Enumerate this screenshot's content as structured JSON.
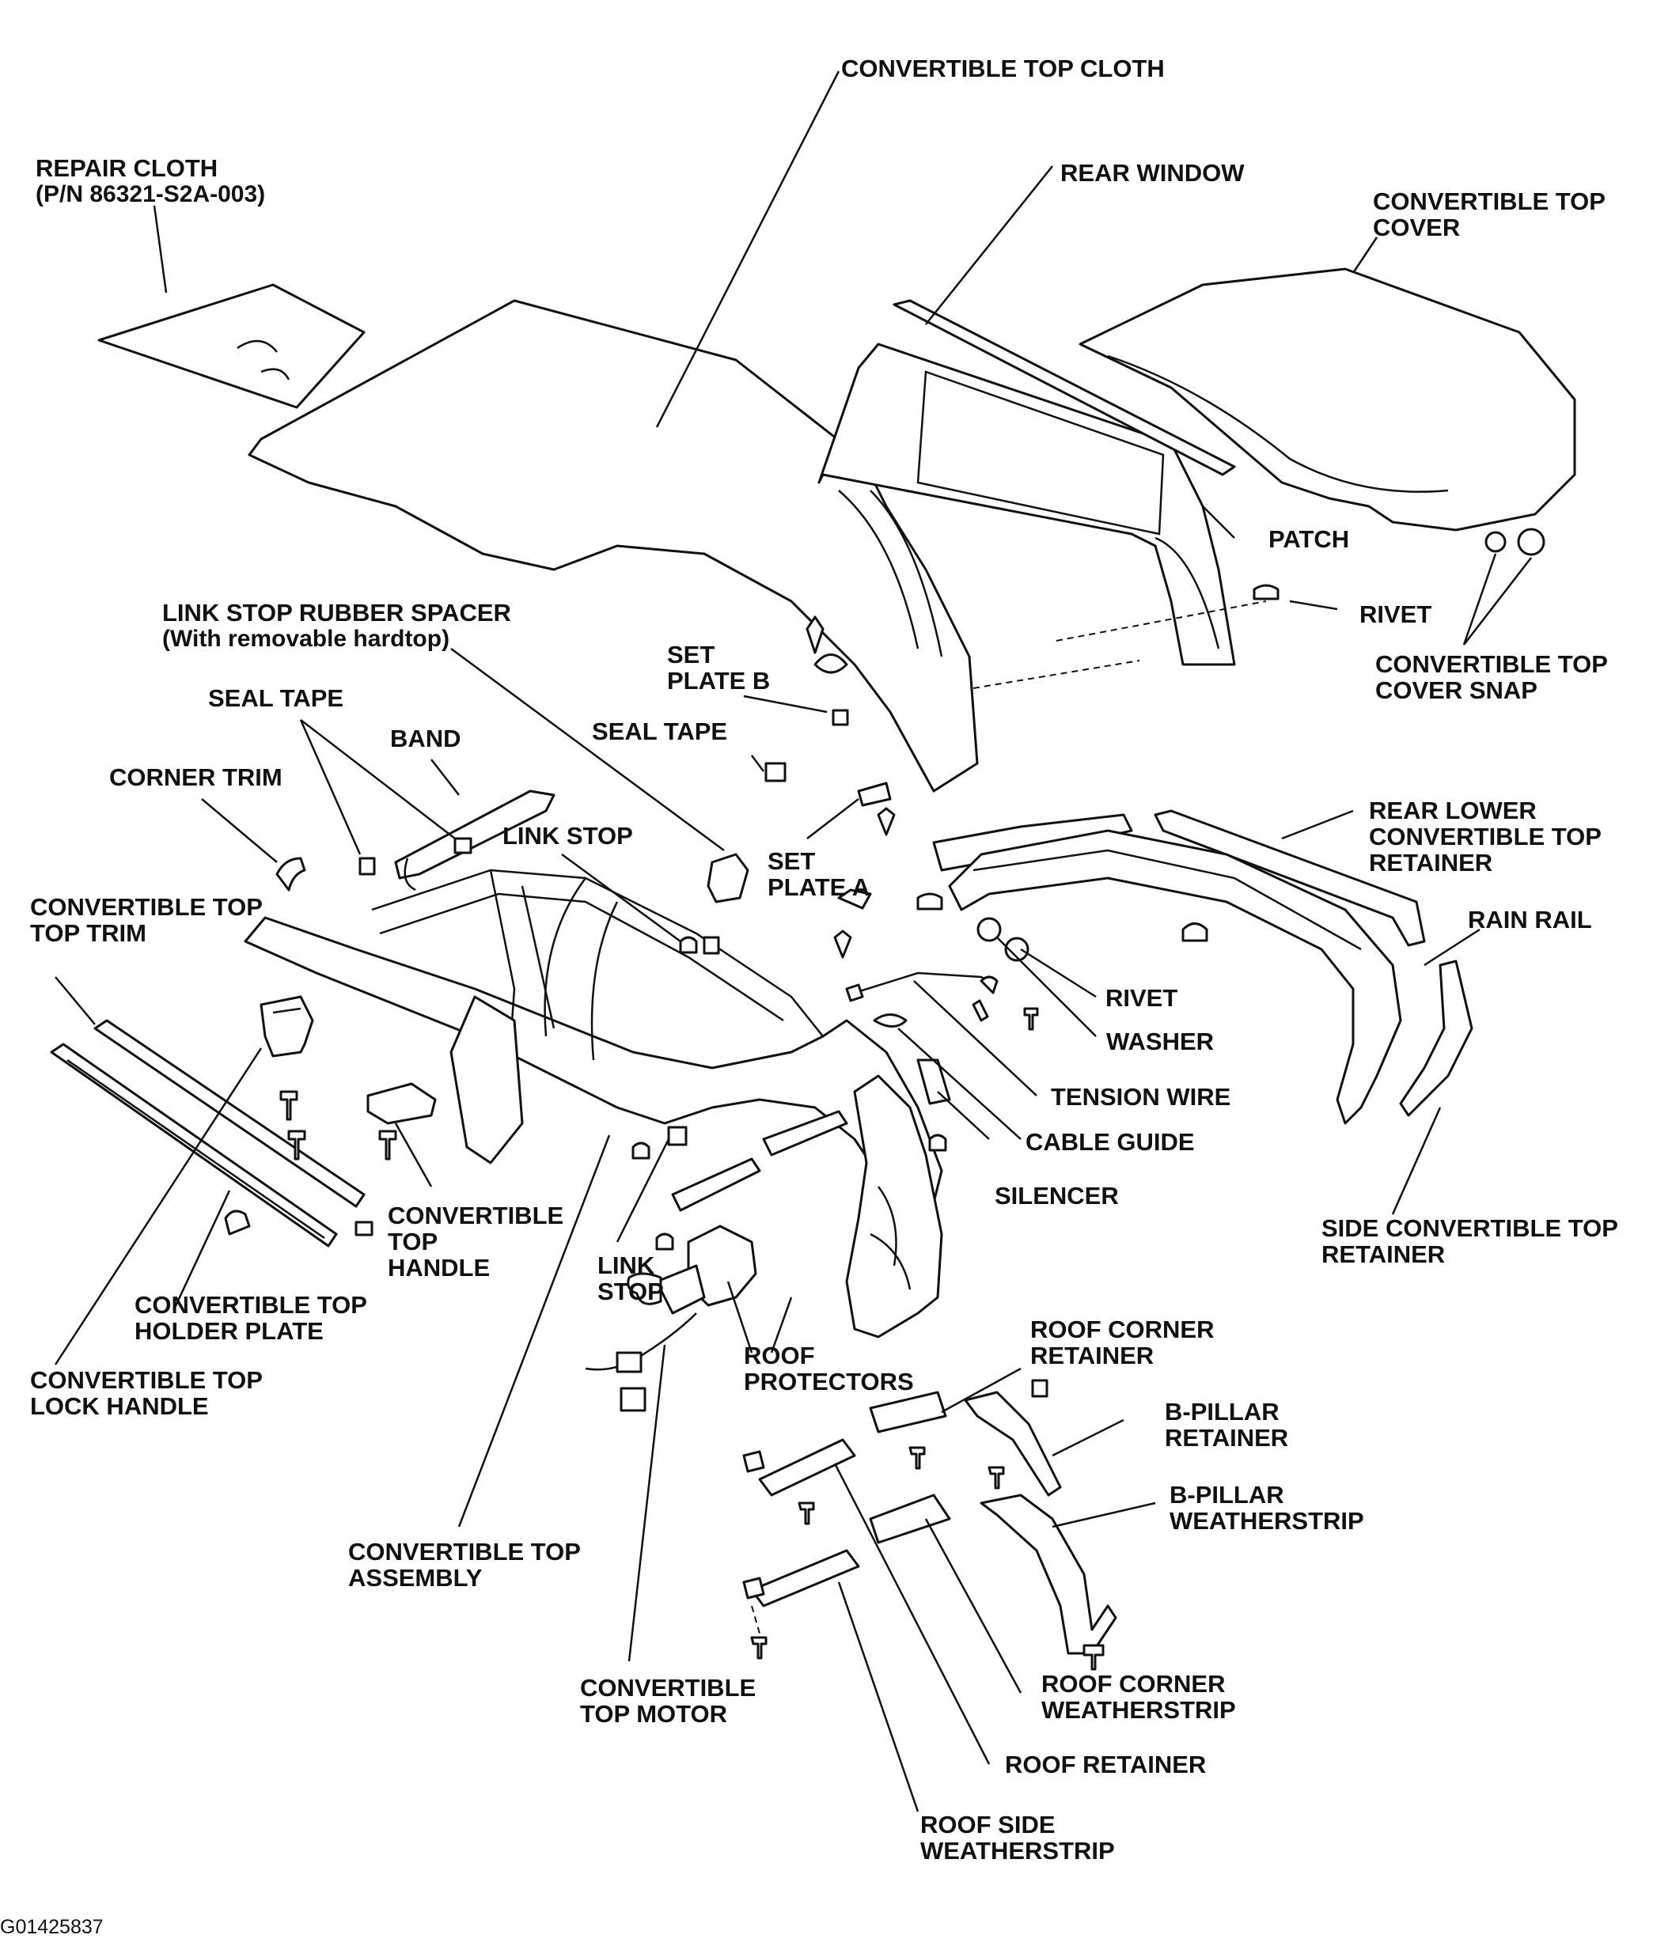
{
  "labels": {
    "repair_cloth": [
      "REPAIR CLOTH",
      "(P/N 86321-S2A-003)"
    ],
    "convertible_top_cloth": [
      "CONVERTIBLE TOP CLOTH"
    ],
    "rear_window": [
      "REAR WINDOW"
    ],
    "convertible_top_cover": [
      "CONVERTIBLE TOP",
      "COVER"
    ],
    "patch": [
      "PATCH"
    ],
    "rivet_upper": [
      "RIVET"
    ],
    "convertible_top_cover_snap": [
      "CONVERTIBLE TOP",
      "COVER SNAP"
    ],
    "link_stop_rubber_spacer": [
      "LINK STOP RUBBER SPACER",
      "(With removable hardtop)"
    ],
    "set_plate_b": [
      "SET",
      "PLATE B"
    ],
    "seal_tape_right": [
      "SEAL TAPE"
    ],
    "seal_tape_left": [
      "SEAL TAPE"
    ],
    "band": [
      "BAND"
    ],
    "corner_trim": [
      "CORNER TRIM"
    ],
    "link_stop_upper": [
      "LINK STOP"
    ],
    "set_plate_a": [
      "SET",
      "PLATE A"
    ],
    "rear_lower_retainer": [
      "REAR LOWER",
      "CONVERTIBLE TOP",
      "RETAINER"
    ],
    "convertible_top_top_trim": [
      "CONVERTIBLE TOP",
      "TOP TRIM"
    ],
    "rain_rail": [
      "RAIN RAIL"
    ],
    "rivet_lower": [
      "RIVET"
    ],
    "washer": [
      "WASHER"
    ],
    "tension_wire": [
      "TENSION WIRE"
    ],
    "cable_guide": [
      "CABLE GUIDE"
    ],
    "silencer": [
      "SILENCER"
    ],
    "side_retainer": [
      "SIDE CONVERTIBLE TOP",
      "RETAINER"
    ],
    "convertible_top_handle": [
      "CONVERTIBLE",
      "TOP",
      "HANDLE"
    ],
    "link_stop_lower": [
      "LINK",
      "STOP"
    ],
    "convertible_top_holder_plate": [
      "CONVERTIBLE TOP",
      "HOLDER PLATE"
    ],
    "convertible_top_lock_handle": [
      "CONVERTIBLE TOP",
      "LOCK HANDLE"
    ],
    "roof_protectors": [
      "ROOF",
      "PROTECTORS"
    ],
    "roof_corner_retainer": [
      "ROOF CORNER",
      "RETAINER"
    ],
    "b_pillar_retainer": [
      "B-PILLAR",
      "RETAINER"
    ],
    "b_pillar_weatherstrip": [
      "B-PILLAR",
      "WEATHERSTRIP"
    ],
    "convertible_top_assembly": [
      "CONVERTIBLE TOP",
      "ASSEMBLY"
    ],
    "convertible_top_motor": [
      "CONVERTIBLE",
      "TOP MOTOR"
    ],
    "roof_corner_weatherstrip": [
      "ROOF CORNER",
      "WEATHERSTRIP"
    ],
    "roof_retainer": [
      "ROOF RETAINER"
    ],
    "roof_side_weatherstrip": [
      "ROOF SIDE",
      "WEATHERSTRIP"
    ]
  },
  "figure_id": "G01425837"
}
